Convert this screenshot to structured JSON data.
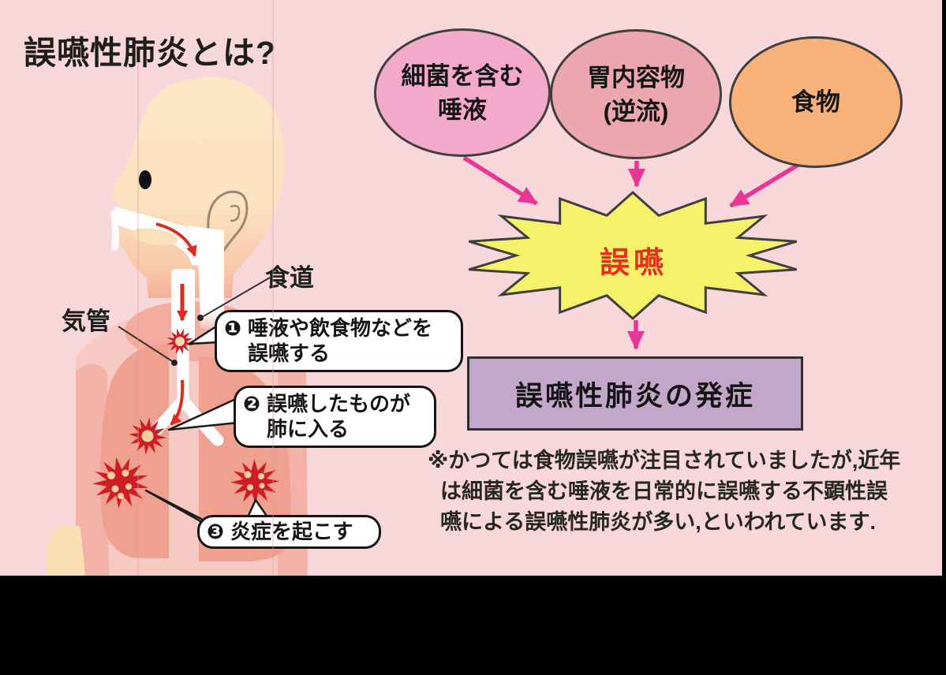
{
  "title": "誤嚥性肺炎とは?",
  "anatomy": {
    "label_trachea": "気管",
    "label_esophagus": "食道",
    "steps": [
      {
        "num": "❶",
        "line1": "唾液や飲食物などを",
        "line2": "誤嚥する"
      },
      {
        "num": "❷",
        "line1": "誤嚥したものが",
        "line2": "肺に入る"
      },
      {
        "num": "❸",
        "line1": "炎症を起こす"
      }
    ]
  },
  "flowchart": {
    "sources": [
      {
        "line1": "細菌を含む",
        "line2": "唾液",
        "fill": "#f3a9c9"
      },
      {
        "line1": "胃内容物",
        "line2": "(逆流)",
        "fill": "#eca6b0"
      },
      {
        "line1": "食物",
        "fill": "#f8b279"
      }
    ],
    "result": "誤嚥",
    "result_color": "#e5301e",
    "burst_fill": "#f5f168",
    "arrow_color": "#e73693",
    "outcome": "誤嚥性肺炎の発症",
    "outcome_fill": "#c3a7cb"
  },
  "footnote": {
    "line1": "※かつては食物誤嚥が注目されていましたが,近年",
    "line2": "は細菌を含む唾液を日常的に誤嚥する不顕性誤",
    "line3": "嚥による誤嚥性肺炎が多い,といわれています."
  },
  "colors": {
    "background": "#f8d7da",
    "frame": "#000000",
    "skin": "#fce4c2",
    "body_pink": "#f7c9c3",
    "lung_salmon": "#efa08e",
    "inflammation_red": "#ce1e24"
  }
}
